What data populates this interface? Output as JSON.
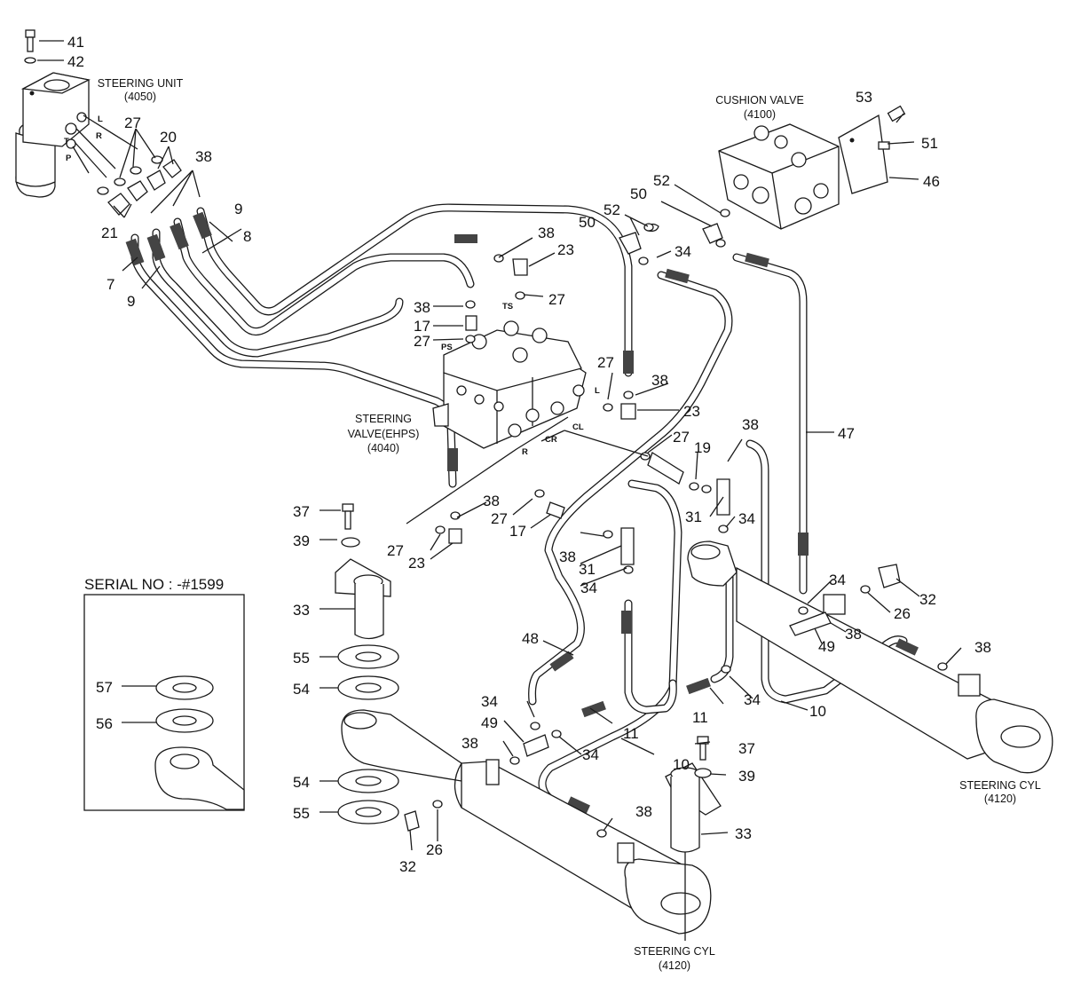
{
  "labels": {
    "steering_unit": "STEERING UNIT",
    "steering_unit_code": "(4050)",
    "cushion_valve": "CUSHION VALVE",
    "cushion_valve_code": "(4100)",
    "steering_valve_1": "STEERING",
    "steering_valve_2": "VALVE(EHPS)",
    "steering_valve_code": "(4040)",
    "steering_cyl_right": "STEERING CYL",
    "steering_cyl_right_code": "(4120)",
    "steering_cyl_bottom": "STEERING CYL",
    "steering_cyl_bottom_code": "(4120)",
    "serial": "SERIAL NO : -#1599"
  },
  "ports": [
    "L",
    "R",
    "T",
    "P",
    "TS",
    "PS",
    "L",
    "CL",
    "CR",
    "R"
  ],
  "callouts": [
    "41",
    "42",
    "27",
    "20",
    "38",
    "9",
    "8",
    "21",
    "7",
    "9",
    "53",
    "51",
    "46",
    "52",
    "50",
    "52",
    "50",
    "34",
    "38",
    "23",
    "27",
    "38",
    "17",
    "27",
    "27",
    "38",
    "23",
    "47",
    "27",
    "19",
    "38",
    "31",
    "34",
    "38",
    "27",
    "17",
    "27",
    "23",
    "37",
    "39",
    "38",
    "31",
    "34",
    "32",
    "34",
    "26",
    "49",
    "38",
    "38",
    "33",
    "55",
    "54",
    "57",
    "56",
    "48",
    "11",
    "34",
    "34",
    "49",
    "11",
    "38",
    "34",
    "10",
    "10",
    "37",
    "39",
    "54",
    "55",
    "32",
    "26",
    "38",
    "33"
  ]
}
